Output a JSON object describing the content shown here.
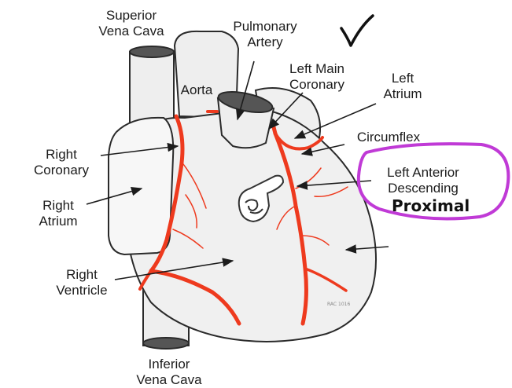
{
  "diagram": {
    "labels": {
      "superior_vena_cava": [
        "Superior",
        "Vena Cava"
      ],
      "pulmonary_artery": [
        "Pulmonary",
        "Artery"
      ],
      "aorta": "Aorta",
      "left_main_coronary": [
        "Left Main",
        "Coronary"
      ],
      "left_atrium": [
        "Left",
        "Atrium"
      ],
      "circumflex": "Circumflex",
      "right_coronary": [
        "Right",
        "Coronary"
      ],
      "left_anterior_descending": [
        "Left Anterior",
        "Descending"
      ],
      "right_atrium": [
        "Right",
        "Atrium"
      ],
      "right_ventricle": [
        "Right",
        "Ventricle"
      ],
      "inferior_vena_cava": [
        "Inferior",
        "Vena Cava"
      ]
    },
    "annotation": {
      "text": "Proximal",
      "highlight_color": "#c03ad6"
    },
    "watermark": "RAC 1016",
    "colors": {
      "artery": "#ee3a1e",
      "outline": "#2a2a2a",
      "fill": "#f0f0f0"
    }
  }
}
